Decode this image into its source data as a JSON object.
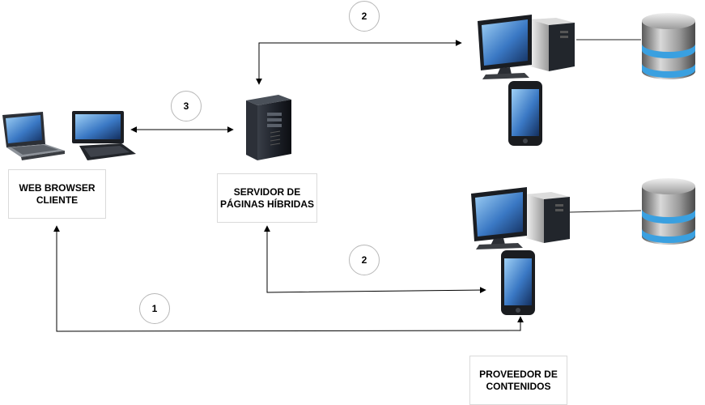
{
  "steps": {
    "step_1": "1",
    "step_2_top": "2",
    "step_2_bottom": "2",
    "step_3": "3"
  },
  "labels": {
    "client": {
      "line1": "WEB BROWSER",
      "line2": "CLIENTE"
    },
    "server": {
      "line1": "SERVIDOR DE",
      "line2": "PÁGINAS HÍBRIDAS"
    },
    "provider": {
      "line1": "PROVEEDOR DE",
      "line2": "CONTENIDOS"
    }
  },
  "colors": {
    "arrow": "#000000",
    "screen_blue": "#3a78c4",
    "tower_dark": "#1f232b",
    "db_ring": "#3aa0e0"
  }
}
